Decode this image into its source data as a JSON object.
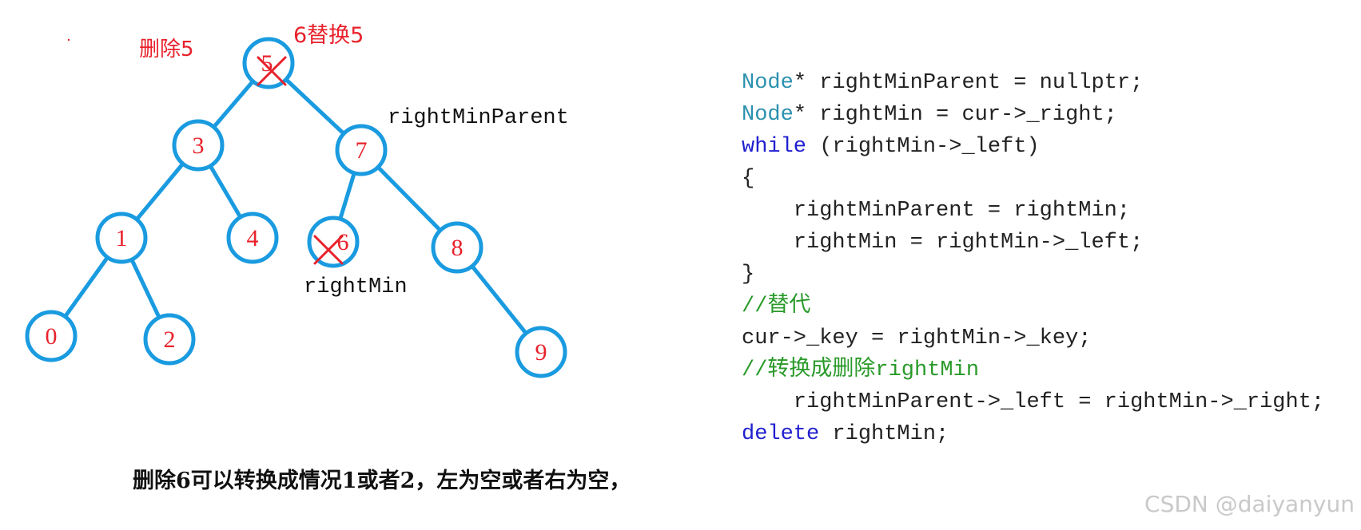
{
  "notes": {
    "delete_5": "删除5",
    "replace_6_for_5": "6替换5",
    "right_min_parent": "rightMinParent",
    "right_min": "rightMin"
  },
  "tree": {
    "nodes": [
      {
        "id": "n5",
        "label": "5",
        "crossed": true
      },
      {
        "id": "n3",
        "label": "3",
        "crossed": false
      },
      {
        "id": "n7",
        "label": "7",
        "crossed": false
      },
      {
        "id": "n1",
        "label": "1",
        "crossed": false
      },
      {
        "id": "n4",
        "label": "4",
        "crossed": false
      },
      {
        "id": "n6",
        "label": "6",
        "crossed": true
      },
      {
        "id": "n8",
        "label": "8",
        "crossed": false
      },
      {
        "id": "n0",
        "label": "0",
        "crossed": false
      },
      {
        "id": "n2",
        "label": "2",
        "crossed": false
      },
      {
        "id": "n9",
        "label": "9",
        "crossed": false
      }
    ],
    "edges": [
      [
        "n5",
        "n3"
      ],
      [
        "n5",
        "n7"
      ],
      [
        "n3",
        "n1"
      ],
      [
        "n3",
        "n4"
      ],
      [
        "n7",
        "n6"
      ],
      [
        "n7",
        "n8"
      ],
      [
        "n1",
        "n0"
      ],
      [
        "n1",
        "n2"
      ],
      [
        "n8",
        "n9"
      ]
    ]
  },
  "code": [
    [
      {
        "t": "type",
        "v": "Node"
      },
      {
        "t": "plain",
        "v": "* rightMinParent = nullptr;"
      }
    ],
    [
      {
        "t": "type",
        "v": "Node"
      },
      {
        "t": "plain",
        "v": "* rightMin = cur->_right;"
      }
    ],
    [
      {
        "t": "kw",
        "v": "while"
      },
      {
        "t": "plain",
        "v": " (rightMin->_left)"
      }
    ],
    [
      {
        "t": "plain",
        "v": "{"
      }
    ],
    [
      {
        "t": "plain",
        "v": "    rightMinParent = rightMin;"
      }
    ],
    [
      {
        "t": "plain",
        "v": "    rightMin = rightMin->_left;"
      }
    ],
    [
      {
        "t": "plain",
        "v": "}"
      }
    ],
    [
      {
        "t": "comment",
        "v": "//替代"
      }
    ],
    [
      {
        "t": "plain",
        "v": "cur->_key = rightMin->_key;"
      }
    ],
    [
      {
        "t": "comment",
        "v": "//转换成删除rightMin"
      }
    ],
    [
      {
        "t": "plain",
        "v": "    rightMinParent->_left = rightMin->_right;"
      }
    ],
    [
      {
        "t": "kw",
        "v": "delete"
      },
      {
        "t": "plain",
        "v": " rightMin;"
      }
    ]
  ],
  "caption": "删除6可以转换成情况1或者2，左为空或者右为空，",
  "watermark": "CSDN @daiyanyun",
  "colors": {
    "node_stroke": "#1a9be0",
    "node_text": "#e8212b",
    "type": "#2b91af",
    "keyword": "#2020d0",
    "comment": "#2a9a2a"
  }
}
